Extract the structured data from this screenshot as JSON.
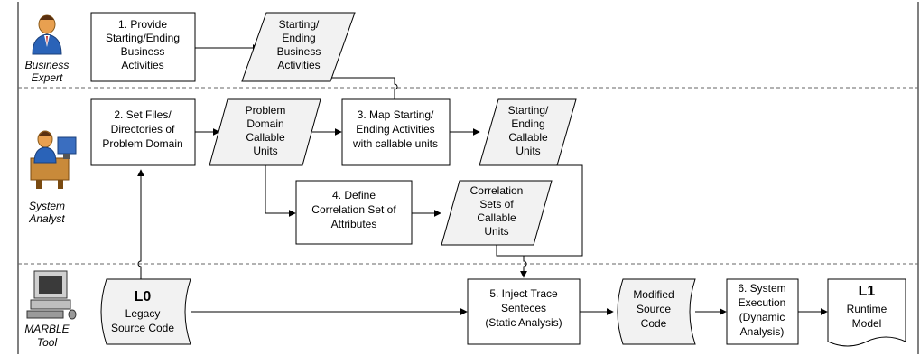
{
  "lanes": [
    {
      "id": "business",
      "label": [
        "Business",
        "Expert"
      ],
      "icon": "business-person-icon"
    },
    {
      "id": "analyst",
      "label": [
        "System",
        "Analyst"
      ],
      "icon": "analyst-at-desk-icon"
    },
    {
      "id": "tool",
      "label": [
        "MARBLE",
        "Tool"
      ],
      "icon": "computer-icon"
    }
  ],
  "nodes": {
    "provide": [
      "1. Provide",
      "Starting/Ending",
      "Business",
      "Activities"
    ],
    "start_end_business": [
      "Starting/",
      "Ending",
      "Business",
      "Activities"
    ],
    "set_files": [
      "2. Set Files/",
      "Directories of",
      "Problem Domain"
    ],
    "problem_units": [
      "Problem",
      "Domain",
      "Callable",
      "Units"
    ],
    "map_activities": [
      "3. Map Starting/",
      "Ending Activities",
      "with callable units"
    ],
    "start_end_callable": [
      "Starting/",
      "Ending",
      "Callable",
      "Units"
    ],
    "define_corr": [
      "4. Define",
      "Correlation Set of",
      "Attributes"
    ],
    "corr_sets": [
      "Correlation",
      "Sets of",
      "Callable",
      "Units"
    ],
    "legacy": {
      "title": "L0",
      "lines": [
        "Legacy",
        "Source Code"
      ]
    },
    "inject": [
      "5. Inject Trace",
      "Senteces",
      "(Static Analysis)"
    ],
    "modified": [
      "Modified",
      "Source",
      "Code"
    ],
    "execution": [
      "6. System",
      "Execution",
      "(Dynamic",
      "Analysis)"
    ],
    "runtime": {
      "title": "L1",
      "lines": [
        "Runtime",
        "Model"
      ]
    }
  }
}
